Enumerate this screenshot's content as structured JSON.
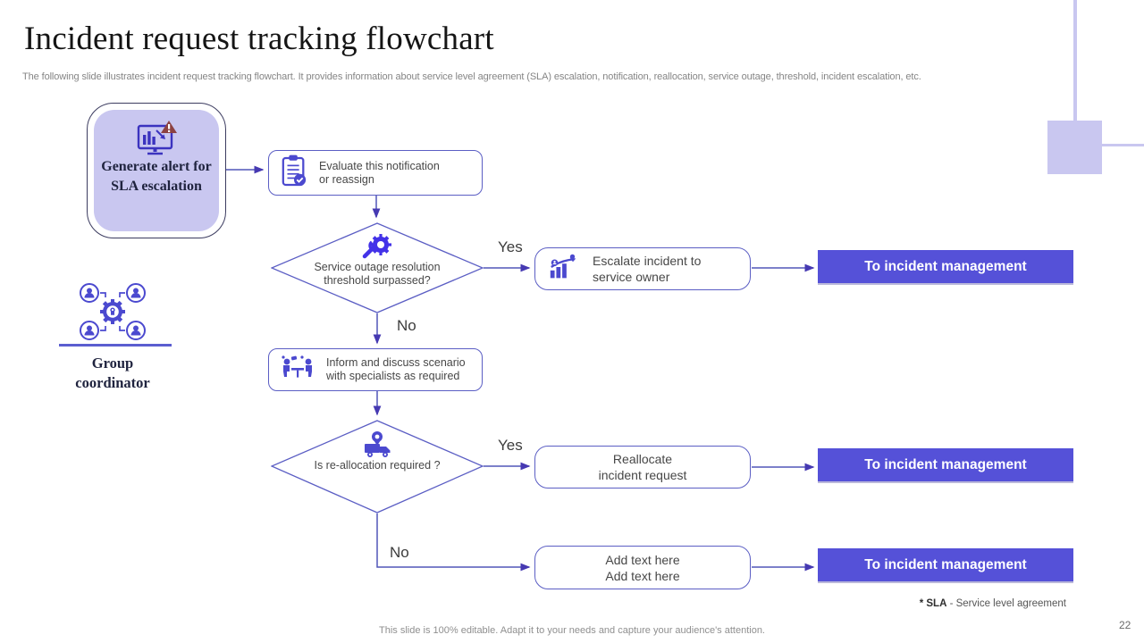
{
  "slide": {
    "title": "Incident request tracking flowchart",
    "subtitle": "The following slide illustrates incident request tracking flowchart. It provides information about service level agreement (SLA) escalation, notification, reallocation, service outage, threshold, incident escalation, etc.",
    "footer_note": "This slide is 100% editable. Adapt it to your needs and capture your audience's attention.",
    "page_number": "22",
    "sla_abbr": "* SLA",
    "sla_definition": "- Service level agreement"
  },
  "actor": {
    "label_line1": "Group",
    "label_line2": "coordinator",
    "icon": "team-gear-icon"
  },
  "flow": {
    "start": {
      "label": "Generate alert for SLA escalation",
      "icon": "alert-monitor-icon"
    },
    "evaluate": {
      "line1": "Evaluate this notification",
      "line2": "or reassign",
      "icon": "clipboard-check-icon"
    },
    "decision1": {
      "line1": "Service outage resolution",
      "line2": "threshold surpassed?",
      "icon": "wrench-gear-icon",
      "yes": "Yes",
      "no": "No"
    },
    "escalate": {
      "line1": "Escalate incident to",
      "line2": "service owner",
      "icon": "growth-people-icon"
    },
    "inform": {
      "line1": "Inform and discuss scenario",
      "line2": "with specialists as required",
      "icon": "discussion-icon"
    },
    "decision2": {
      "line1": "Is re-allocation required ?",
      "icon": "truck-pin-icon",
      "yes": "Yes",
      "no": "No"
    },
    "reallocate": {
      "line1": "Reallocate",
      "line2": "incident request"
    },
    "placeholder": {
      "line1": "Add text here",
      "line2": "Add text here"
    },
    "terminals": [
      {
        "label": "To incident management"
      },
      {
        "label": "To incident management"
      },
      {
        "label": "To incident management"
      }
    ]
  },
  "colors": {
    "accent_purple": "#5551d8",
    "light_purple_fill": "#c9c7f0",
    "shape_border": "#5b5ec4",
    "icon_purple": "#4b49cf",
    "connector": "#5156b8",
    "warning_red": "#8c4242",
    "title_text": "#151515",
    "body_text": "#474747",
    "muted_text": "#8f8f8f"
  }
}
